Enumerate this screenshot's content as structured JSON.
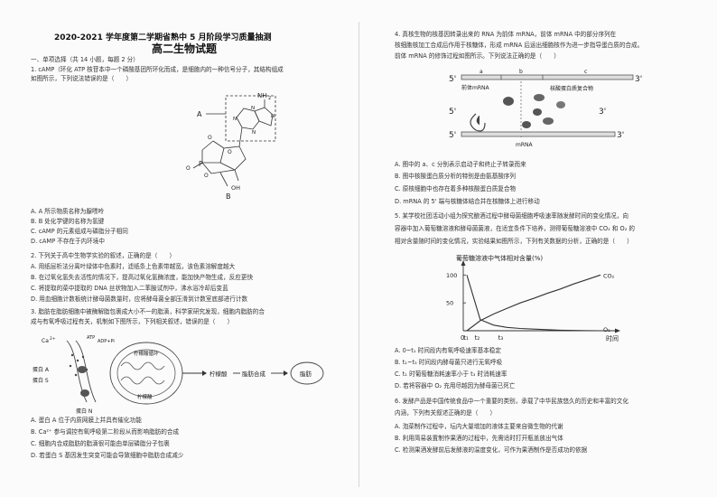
{
  "exam": {
    "title": "2020-2021 学年度第二学期省熟中 5 月阶段学习质量抽测",
    "subtitle": "高二生物试题",
    "section": "一、单项选择（共 14 小题，每题 2 分）"
  },
  "q1": {
    "stem1": "1. cAMP（环化 ATP 核苷本中一个磷酸基团所环化而成，是细胞内的一种信号分子，其结构组成",
    "stem2": "如图所示，下列说法错误的是（　　）",
    "label_a": "A",
    "label_b": "B",
    "nh2": "NH",
    "nh2_sub": "2",
    "oh": "OH",
    "p": "P",
    "o_labels": [
      "O",
      "O",
      "O",
      "O"
    ],
    "n_labels": [
      "N",
      "N",
      "N",
      "N"
    ],
    "options": [
      "A. A 所示物质名称为腺嘌呤",
      "B. B 处化学键的名称为氢键",
      "C. cAMP 的元素组成与磷脂分子相同",
      "D. cAMP 不存在于内环境中"
    ]
  },
  "q2": {
    "stem": "2. 下列关于高中生物学实验的叙述，正确的是（　　）",
    "options": [
      "A. 用纸层析法分离叶绿体中色素时，滤纸条上色素带越宽，该色素溶解度越大",
      "B. 在过氧化氢失去活性的情况下，提高过氧化氢酶浓度，能加快产物生成，反应更快",
      "C. 将提取的菜中提取的 DNA 丝状物加入二苯胺试剂中，沸水浴冷却后变蓝",
      "D. 用血细胞计数板统计酵母菌数量时，应将酵母菌全部压滑到计数室底部进行计数"
    ]
  },
  "q3": {
    "stem1": "3. 脂肪在脂肪细胞中被酶解脂包裹成大小不一的脂滴，科学家研究发现，细胞内脂肪的合",
    "stem2": "成与有氧呼吸过程有关，机制如下图所示，下列相关叙述，错误的是（　　）",
    "diag_labels": {
      "ca": "Ca",
      "ca_sup": "2+",
      "atp": "ATP",
      "adp": "ADP+Pi",
      "protein_a": "蛋白 A",
      "protein_s": "蛋白 S",
      "protein_n": "蛋白 N",
      "cycle": "柠檬酸循环",
      "citrate": "柠檬酸",
      "synthesis": "脂肪合成",
      "fat": "脂肪"
    },
    "options": [
      "A. 蛋白 A 位于内质网膜上并具有催化功能",
      "B. Ca²⁺ 参与调控有氧呼吸第二阶段从而影响脂肪的合成",
      "C. 细胞内合成脂肪的脂滴很可能由单层磷脂分子包裹",
      "D. 若蛋白 S 基因发生突变可能会导致细胞中脂肪合成减少"
    ]
  },
  "q4": {
    "stem1": "4. 真核生物的核基因转录出来的 RNA 为前体 mRNA，前体 mRNA 中的部分序列在",
    "stem2": "核细胞核加工合成后作用于核糖体，形成 mRNA 后运出细胞核作为进一步指导蛋白质的合成。",
    "stem3": "前体 mRNA 的修饰过程如图所示。下列说法正确的是（　　）",
    "diag_labels": {
      "five_prime": "5'",
      "three_prime": "3'",
      "a": "a",
      "b": "b",
      "c": "c",
      "pre_mrna": "前体mRNA",
      "complex": "核酸蛋白质复合物",
      "mrna": "mRNA"
    },
    "options": [
      "A. 图中的 a、c 分别表示启动子和终止子转录而来",
      "B. 图中核酸蛋白质分析的特别是由氨基酸序列",
      "C. 原核细胞中也存在着多种核酸蛋白质复合物",
      "D. mRNA 的 5' 端与核糖体结合并在核糖体上进行移动"
    ]
  },
  "q5": {
    "stem1": "5. 某学校社团活动小组为探究酿酒过程中酵母菌细胞呼吸速率随发酵时间的变化情况，向",
    "stem2": "容器中加入葡萄糖溶液和酵母菌菌液，在适宜条件下培养，测得葡萄糖溶液中 CO₂ 和 O₂ 的",
    "stem3": "相对含量随时间的变化情况，实验结果如图所示，下列有关数据的分析，正确的是（　　）",
    "options": [
      "A. 0~t₁ 时间段内有氧呼吸速率基本稳定",
      "B. t₁~t₃ 时间段内酵母菌只进行无氧呼吸",
      "C. t₁ 时葡萄糖消耗速率小于 t₃ 时消耗速率",
      "D. 若将容器中 O₂ 充用尽越因为酵母菌已死亡"
    ]
  },
  "q6": {
    "stem1": "6. 发酵产品是中国传统食品中一个重要的类别，承载了中华民族悠久的历史和丰富的文化",
    "stem2": "内涵，下列有关叙述正确的是（　　）",
    "options": [
      "A. 泡菜制作过程中，坛内大量增加的液体主要来自微生物的代谢",
      "B. 利用简易装置制作果酒的过程中，先需适时打开瓶盖放出气体",
      "C. 检测果酒发酵前后发酵液的温度变化，可作为果酒制作是否成功的依据"
    ]
  },
  "chart_data": {
    "type": "line",
    "title": "葡萄糖溶液中气体相对含量(%)",
    "xlabel": "时间",
    "ylabel": "",
    "x_ticks": [
      "0",
      "t₁",
      "t₂",
      "t₃"
    ],
    "y_ticks": [
      50,
      100
    ],
    "ylim": [
      0,
      120
    ],
    "x": [
      0,
      1,
      2,
      3,
      4,
      5,
      6,
      7,
      8,
      9,
      10
    ],
    "series": [
      {
        "name": "CO₂",
        "values": [
          0,
          18,
          30,
          40,
          50,
          58,
          67,
          75,
          84,
          92,
          100
        ]
      },
      {
        "name": "O₂",
        "values": [
          100,
          20,
          10,
          6,
          4,
          3,
          2,
          1,
          0.5,
          0.2,
          0
        ]
      }
    ]
  }
}
